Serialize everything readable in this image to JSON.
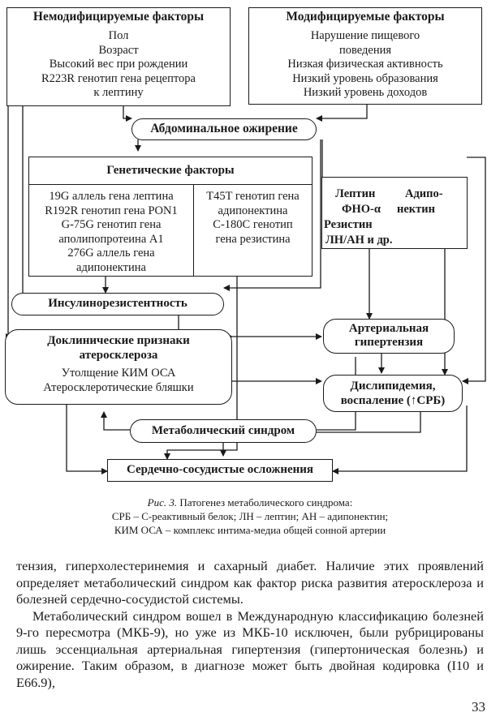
{
  "diagram": {
    "nonmod": {
      "title": "Немодифицируемые факторы",
      "items": [
        "Пол",
        "Возраст",
        "Высокий вес при рождении",
        "R223R генотип гена рецептора",
        "к лептину"
      ]
    },
    "mod": {
      "title": "Модифицируемые факторы",
      "items": [
        "Нарушение пищевого",
        "поведения",
        "Низкая физическая активность",
        "Низкий уровень образования",
        "Низкий уровень доходов"
      ]
    },
    "abdominal": "Абдоминальное ожирение",
    "genetic": {
      "title": "Генетические факторы",
      "left": [
        "19G аллель гена лептина",
        "R192R генотип гена PON1",
        "G-75G генотип гена",
        "аполипопротеина A1",
        "276G аллель гена",
        "адипонектина"
      ],
      "right": [
        "T45T генотип гена",
        "адипонектина",
        "C-180C генотип",
        "гена резистина"
      ]
    },
    "adipo": {
      "leptin": "Лептин",
      "adipo_1": "Адипо-",
      "fno": "ФНО-α",
      "adipo_2": "нектин",
      "resistin": "Резистин",
      "ratio": "ЛН/АН и др."
    },
    "insulin": "Инсулинорезистентность",
    "hypertension": [
      "Артериальная",
      "гипертензия"
    ],
    "preclin": {
      "title": [
        "Доклинические признаки",
        "атеросклероза"
      ],
      "items": [
        "Утолщение КИМ ОСА",
        "Атеросклеротические бляшки"
      ]
    },
    "dyslip": [
      "Дислипидемия,",
      "воспаление (↑СРБ)"
    ],
    "metabolic": "Метаболический синдром",
    "cardio": "Сердечно-сосудистые осложнения"
  },
  "caption": {
    "fig": "Рис. 3.",
    "title": " Патогенез метаболического синдрома:",
    "line2": "СРБ – С-реактивный белок; ЛН – лептин; АН – адипонектин;",
    "line3": "КИМ ОСА – комплекс интима-медиа общей сонной артерии"
  },
  "body": {
    "para1": "тензия, гиперхолестеринемия и сахарный диабет. Наличие этих проявлений определяет метаболический синдром как фактор риска развития атеросклероза и болезней сердечно-сосудистой системы.",
    "para2": "Метаболический синдром вошел в Международную классификацию болезней 9-го пересмотра (МКБ-9), но уже из МКБ-10 исключен, были рубрицированы лишь эссенциальная артериальная гипертензия (гипертоническая болезнь) и ожирение. Таким образом, в диагнозе может быть двойная кодировка (I10 и E66.9),"
  },
  "page_number": "33"
}
